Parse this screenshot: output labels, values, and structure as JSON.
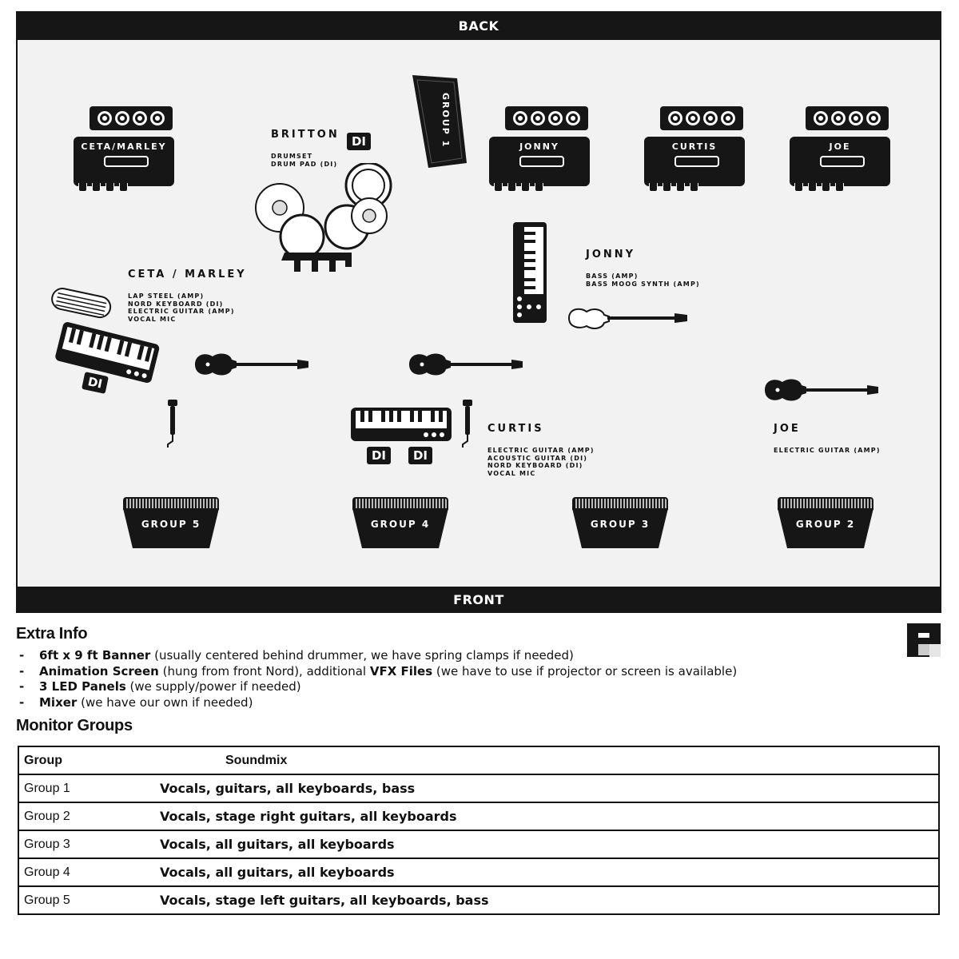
{
  "stage": {
    "back_label": "BACK",
    "front_label": "FRONT",
    "amps": [
      {
        "label": "CETA/MARLEY"
      },
      {
        "label": "JONNY"
      },
      {
        "label": "CURTIS"
      },
      {
        "label": "JOE"
      }
    ],
    "group1_label": "GROUP 1",
    "wedges": [
      {
        "label": "GROUP 5"
      },
      {
        "label": "GROUP 4"
      },
      {
        "label": "GROUP 3"
      },
      {
        "label": "GROUP 2"
      }
    ],
    "di_label": "DI",
    "performers": {
      "britton": {
        "name": "BRITTON",
        "details": "DRUMSET\nDRUM PAD (DI)"
      },
      "ceta": {
        "name": "CETA / MARLEY",
        "details": "LAP STEEL (AMP)\nNORD KEYBOARD (DI)\nELECTRIC GUITAR (AMP)\nVOCAL MIC"
      },
      "jonny": {
        "name": "JONNY",
        "details": "BASS (AMP)\nBASS MOOG SYNTH (AMP)"
      },
      "curtis": {
        "name": "CURTIS",
        "details": "ELECTRIC GUITAR (AMP)\nACOUSTIC GUITAR (DI)\nNORD KEYBOARD (DI)\nVOCAL MIC"
      },
      "joe": {
        "name": "JOE",
        "details": "ELECTRIC GUITAR (AMP)"
      }
    }
  },
  "extra_info": {
    "title": "Extra Info",
    "items": [
      {
        "bold": "6ft x 9 ft Banner",
        "text": " (usually centered behind drummer, we have spring clamps if needed)",
        "bold2": "",
        "text2": ""
      },
      {
        "bold": "Animation Screen",
        "text": " (hung from front Nord), additional ",
        "bold2": "VFX Files",
        "text2": " (we have to use if projector or screen is available)"
      },
      {
        "bold": "3 LED Panels",
        "text": " (we supply/power if needed)",
        "bold2": "",
        "text2": ""
      },
      {
        "bold": "Mixer",
        "text": " (we have our own if needed)",
        "bold2": "",
        "text2": ""
      }
    ]
  },
  "monitor_groups": {
    "title": "Monitor Groups",
    "headers": {
      "group": "Group",
      "soundmix": "Soundmix"
    },
    "rows": [
      {
        "group": "Group 1",
        "mix": "Vocals, guitars, all keyboards, bass"
      },
      {
        "group": "Group 2",
        "mix": "Vocals, stage right guitars, all keyboards"
      },
      {
        "group": "Group 3",
        "mix": "Vocals, all guitars, all keyboards"
      },
      {
        "group": "Group 4",
        "mix": "Vocals, all guitars, all keyboards"
      },
      {
        "group": "Group 5",
        "mix": "Vocals, stage left guitars, all keyboards, bass"
      }
    ]
  }
}
